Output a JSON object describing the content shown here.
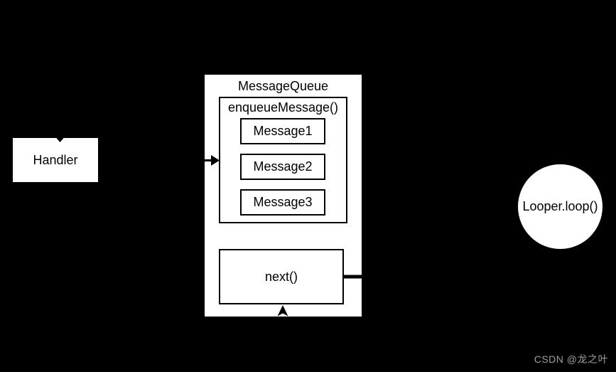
{
  "page": {
    "background_color": "#000000",
    "watermark": {
      "text": "CSDN @龙之叶",
      "color": "#9e9e9e"
    }
  },
  "diagram": {
    "handler": {
      "label": "Handler"
    },
    "message_queue": {
      "title": "MessageQueue",
      "enqueue": {
        "label": "enqueueMessage()",
        "messages": [
          "Message1",
          "Message2",
          "Message3"
        ]
      },
      "next": {
        "label": "next()"
      }
    },
    "looper": {
      "label": "Looper.loop()"
    },
    "colors": {
      "node_fill": "#ffffff",
      "node_border": "#000000",
      "text": "#000000",
      "connector": "#000000"
    }
  }
}
